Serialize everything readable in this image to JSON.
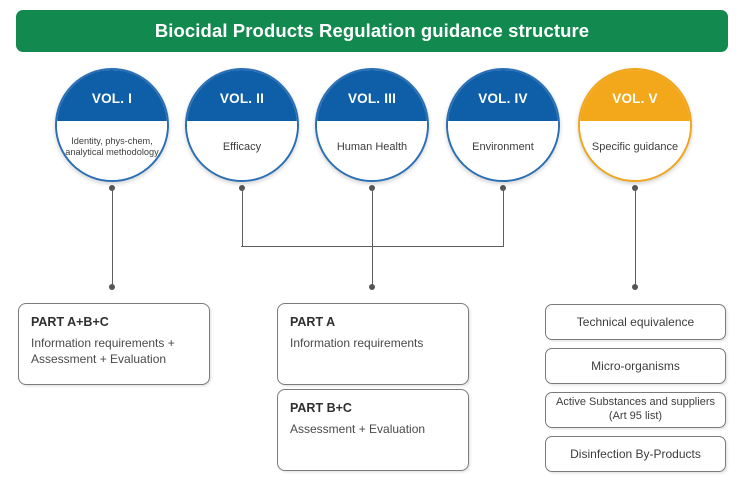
{
  "header": {
    "title": "Biocidal Products Regulation guidance structure",
    "color": "#12894e"
  },
  "colors": {
    "blue": "#0f5fa8",
    "blue_border": "#2a6fb5",
    "amber": "#f3a81c",
    "amber_border": "#f0a61c",
    "green": "#12894e",
    "connector": "#5e5e5e",
    "box_border": "#7b7b7b"
  },
  "volumes": [
    {
      "label": "VOL. I",
      "subtitle": "Identity, phys-chem, analytical methodology",
      "accent": "blue"
    },
    {
      "label": "VOL. II",
      "subtitle": "Efficacy",
      "accent": "blue"
    },
    {
      "label": "VOL. III",
      "subtitle": "Human Health",
      "accent": "blue"
    },
    {
      "label": "VOL. IV",
      "subtitle": "Environment",
      "accent": "blue"
    },
    {
      "label": "VOL. V",
      "subtitle": "Specific guidance",
      "accent": "amber"
    }
  ],
  "parts": [
    {
      "title": "PART A+B+C",
      "description": "Information requirements + Assessment + Evaluation"
    },
    {
      "title": "PART A",
      "description": "Information requirements"
    },
    {
      "title": "PART B+C",
      "description": "Assessment + Evaluation"
    }
  ],
  "specific_guidance_items": [
    {
      "label": "Technical equivalence"
    },
    {
      "label": "Micro-organisms"
    },
    {
      "label": "Active Substances and suppliers (Art 95 list)"
    },
    {
      "label": "Disinfection By-Products"
    }
  ]
}
